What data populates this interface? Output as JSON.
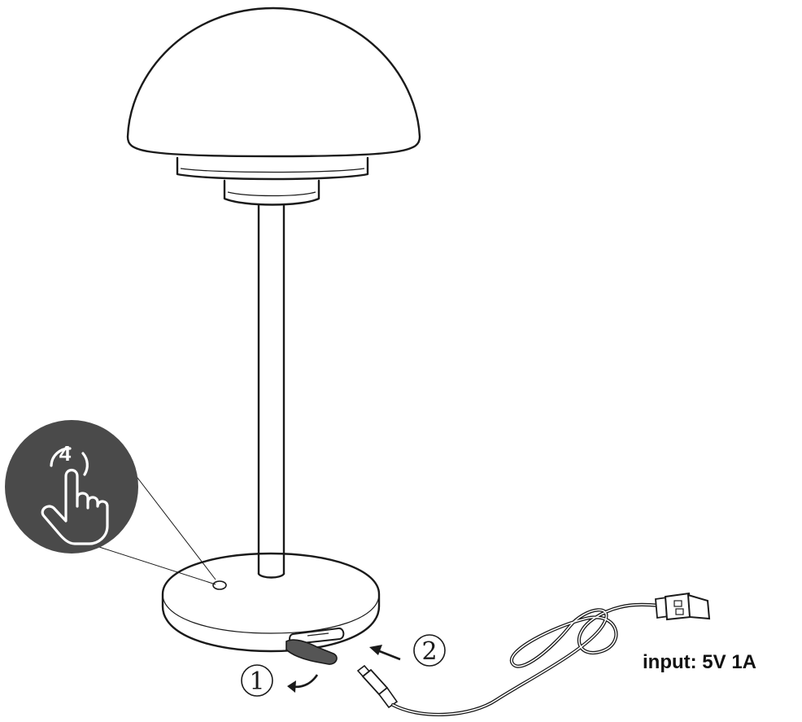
{
  "callout": {
    "tap_count": "4",
    "icon": "tap-gesture-icon",
    "background_color": "#4a4a4a"
  },
  "steps": [
    {
      "marker": "①",
      "icon": "curved-arrow-icon"
    },
    {
      "marker": "②",
      "icon": "straight-arrow-icon"
    }
  ],
  "spec": {
    "input_label": "input: 5V 1A"
  }
}
